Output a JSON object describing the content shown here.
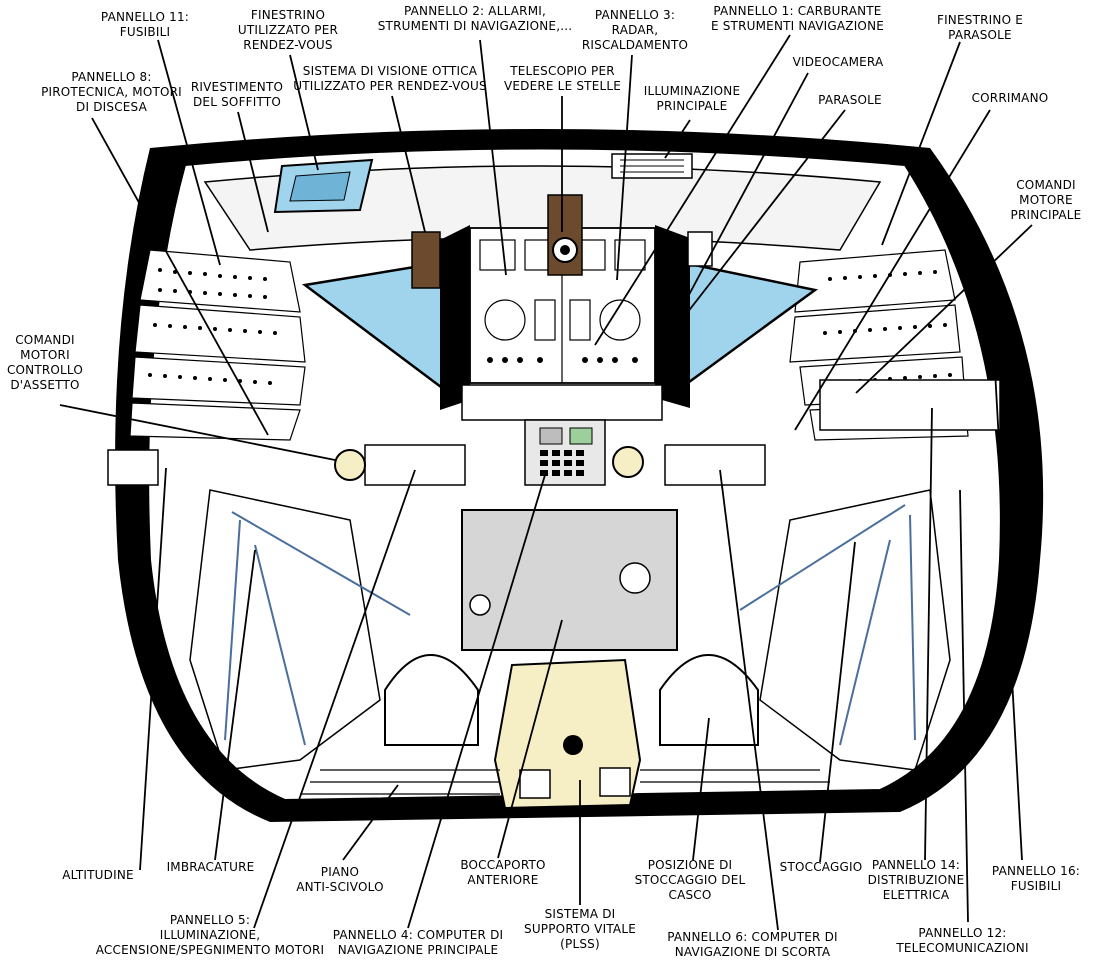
{
  "labels": {
    "panel11": [
      "PANNELLO 11:",
      "FUSIBILI"
    ],
    "rendezvous_window": [
      "FINESTRINO",
      "UTILIZZATO PER",
      "RENDEZ-VOUS"
    ],
    "panel2": [
      "PANNELLO 2: ALLARMI,",
      "STRUMENTI DI NAVIGAZIONE,..."
    ],
    "panel3": [
      "PANNELLO 3:",
      "RADAR,",
      "RISCALDAMENTO"
    ],
    "panel1": [
      "PANNELLO 1: CARBURANTE",
      "E STRUMENTI NAVIGAZIONE"
    ],
    "window_sunshade": [
      "FINESTRINO E",
      "PARASOLE"
    ],
    "panel8": [
      "PANNELLO 8:",
      "PIROTECNICA, MOTORI",
      "DI DISCESA"
    ],
    "ceiling_lining": [
      "RIVESTIMENTO",
      "DEL SOFFITTO"
    ],
    "optical_sight": [
      "SISTEMA DI VISIONE OTTICA",
      "UTILIZZATO PER RENDEZ-VOUS"
    ],
    "telescope": [
      "TELESCOPIO PER",
      "VEDERE LE STELLE"
    ],
    "main_lighting": [
      "ILLUMINAZIONE",
      "PRINCIPALE"
    ],
    "videocamera": [
      "VIDEOCAMERA"
    ],
    "sunshade": [
      "PARASOLE"
    ],
    "handrail": [
      "CORRIMANO"
    ],
    "main_engine_controls": [
      "COMANDI",
      "MOTORE",
      "PRINCIPALE"
    ],
    "attitude_controls": [
      "COMANDI",
      "MOTORI",
      "CONTROLLO",
      "D'ASSETTO"
    ],
    "altitude": [
      "ALTITUDINE"
    ],
    "harness": [
      "IMBRACATURE"
    ],
    "floor": [
      "PIANO",
      "ANTI-SCIVOLO"
    ],
    "front_hatch": [
      "BOCCAPORTO",
      "ANTERIORE"
    ],
    "helmet_stowage": [
      "POSIZIONE DI",
      "STOCCAGGIO DEL",
      "CASCO"
    ],
    "stowage": [
      "STOCCAGGIO"
    ],
    "panel14": [
      "PANNELLO 14:",
      "DISTRIBUZIONE",
      "ELETTRICA"
    ],
    "panel16": [
      "PANNELLO 16:",
      "FUSIBILI"
    ],
    "plss": [
      "SISTEMA DI",
      "SUPPORTO VITALE",
      "(PLSS)"
    ],
    "panel5": [
      "PANNELLO 5:",
      "ILLUMINAZIONE,",
      "ACCENSIONE/SPEGNIMENTO MOTORI"
    ],
    "panel4": [
      "PANNELLO 4: COMPUTER DI",
      "NAVIGAZIONE PRINCIPALE"
    ],
    "panel6": [
      "PANNELLO 6: COMPUTER DI",
      "NAVIGAZIONE DI SCORTA"
    ],
    "panel12": [
      "PANNELLO 12:",
      "TELECOMUNICAZIONI"
    ]
  },
  "colors": {
    "window_glass": "#9fd4ec",
    "window_glass_dark": "#6fb3d6",
    "plss_fill": "#f6efc6",
    "hatch_fill": "#d6d6d6",
    "strap_blue": "#4a6f9c",
    "hull_black": "#000000",
    "line": "#000000"
  }
}
